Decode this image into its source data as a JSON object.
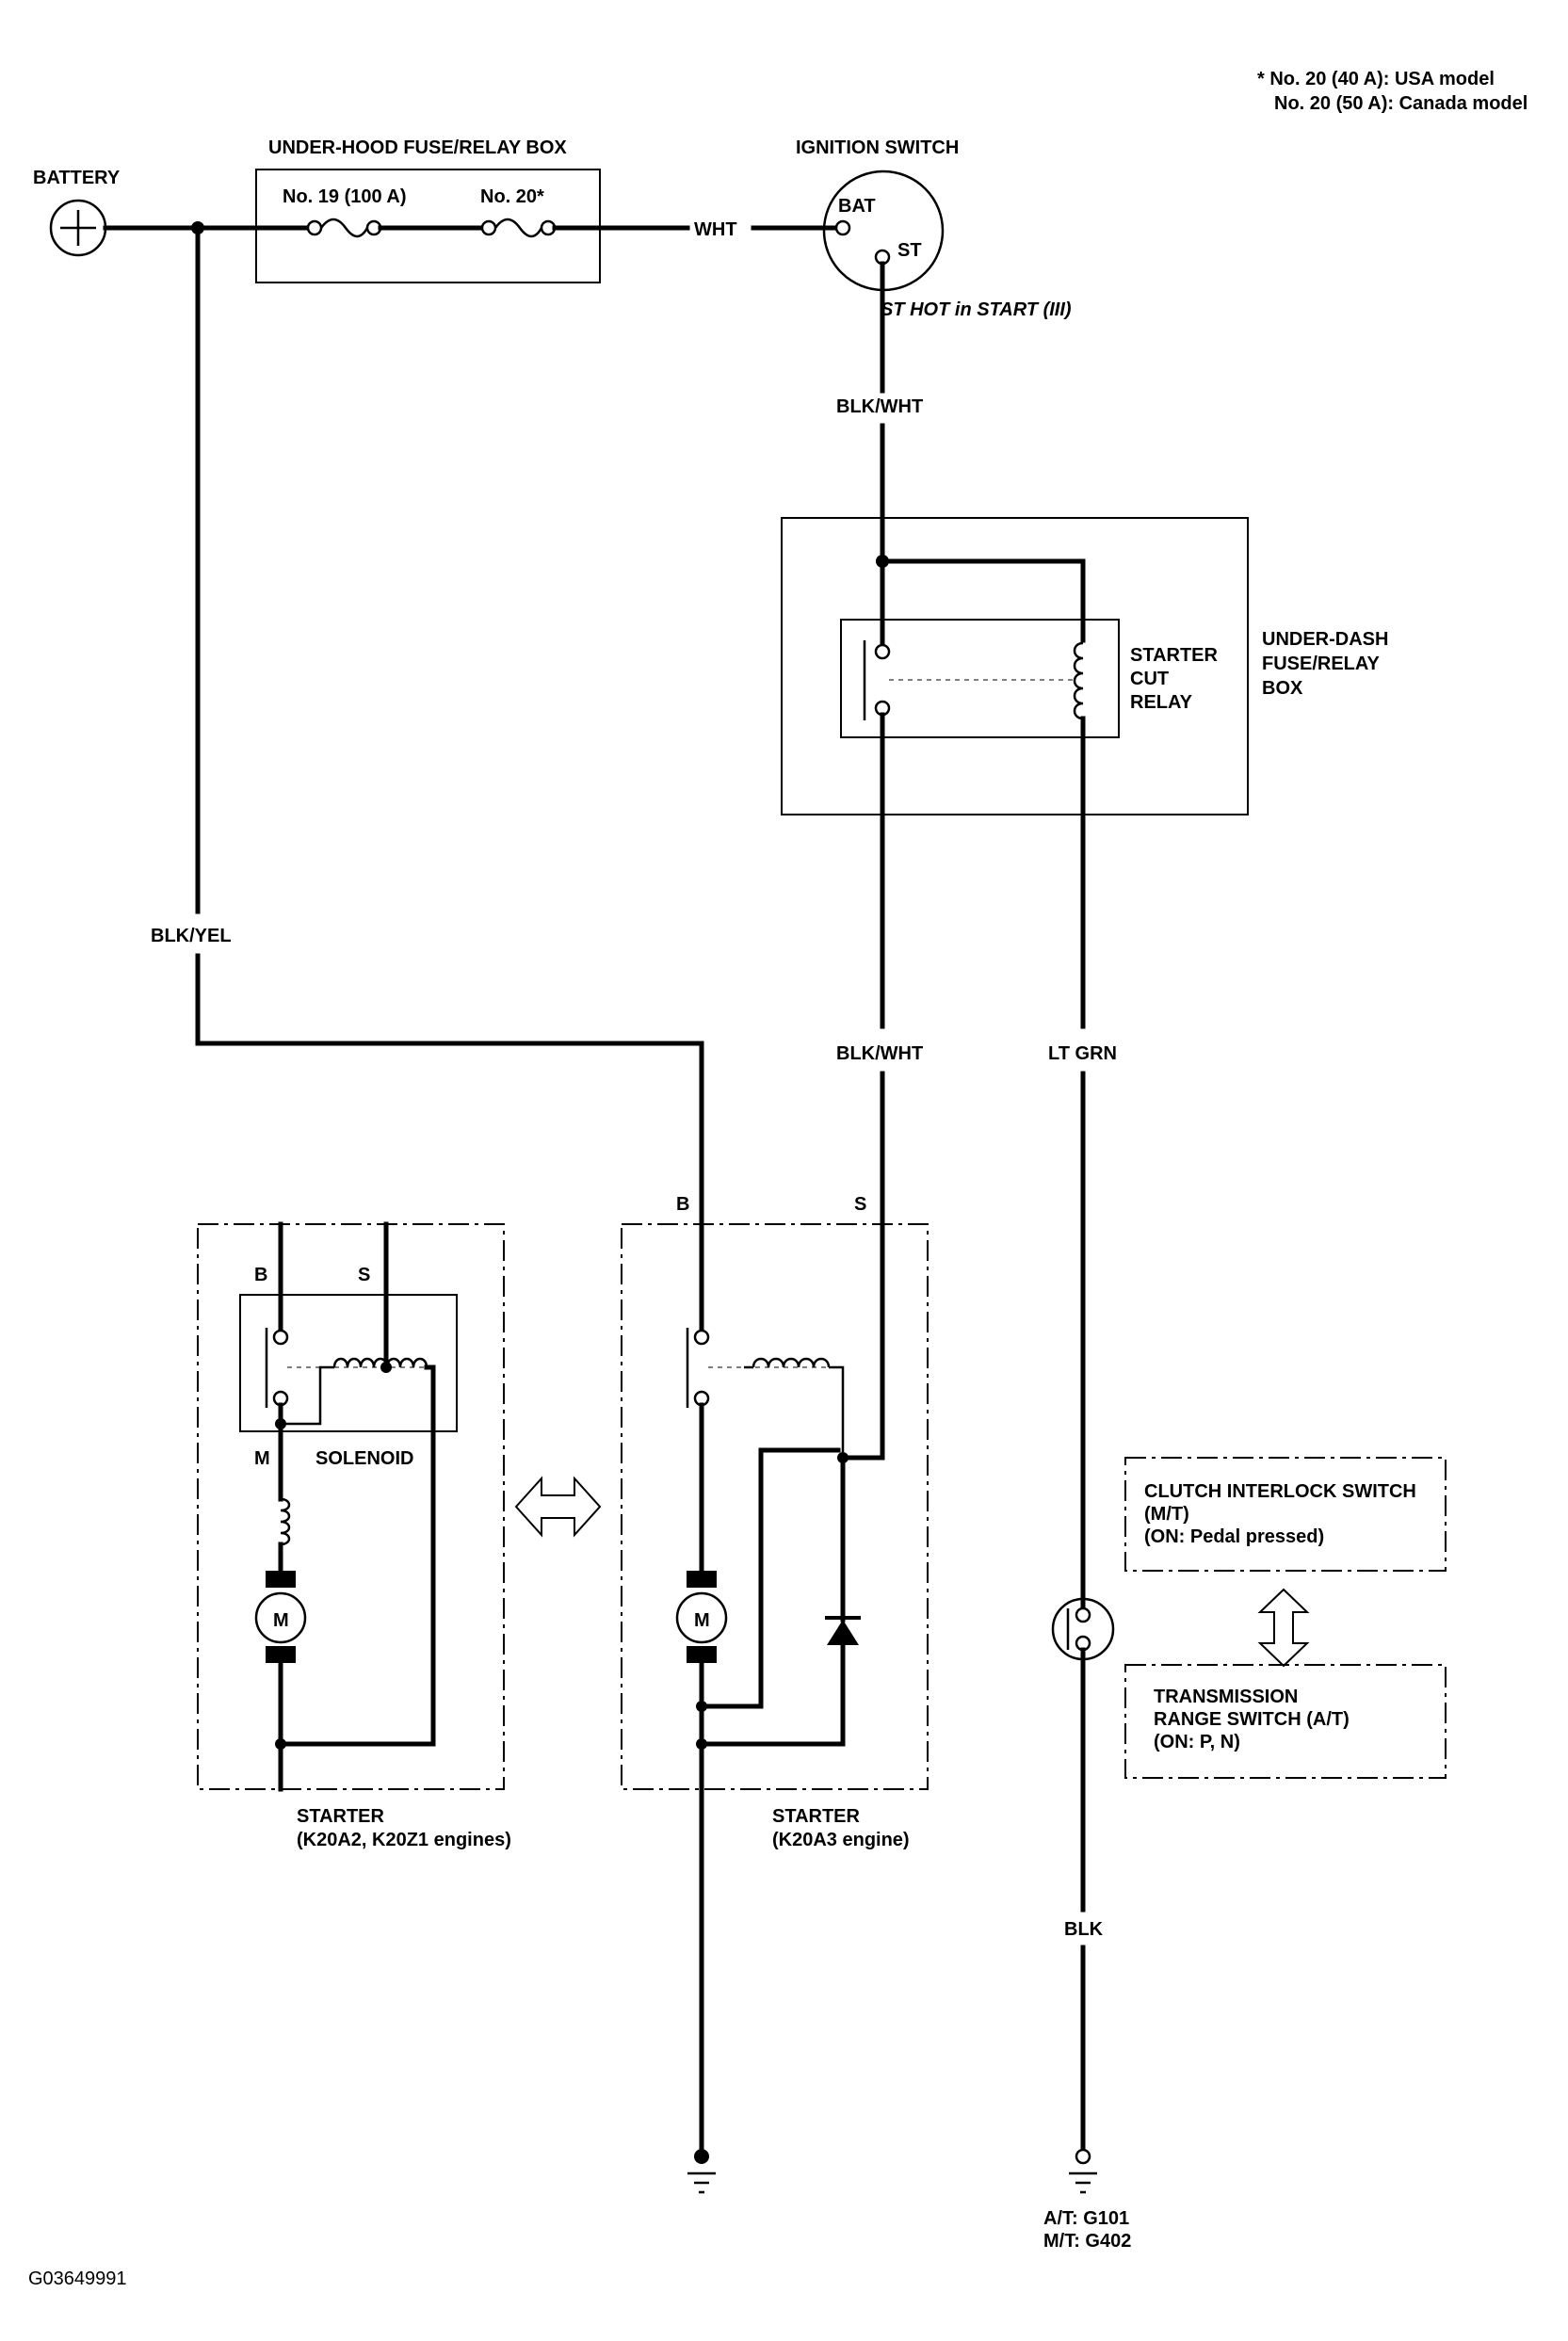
{
  "notes": {
    "line1": "* No. 20 (40 A): USA model",
    "line2": "No. 20 (50 A): Canada model"
  },
  "battery": {
    "label": "BATTERY"
  },
  "fusebox": {
    "label": "UNDER-HOOD FUSE/RELAY BOX",
    "fuse19": "No. 19 (100 A)",
    "fuse20": "No. 20*"
  },
  "ignition": {
    "label": "IGNITION SWITCH",
    "bat": "BAT",
    "st": "ST",
    "hot_note": "ST HOT in START (III)"
  },
  "wires": {
    "wht": "WHT",
    "blk_wht_upper": "BLK/WHT",
    "blk_wht_lower": "BLK/WHT",
    "blk_yel": "BLK/YEL",
    "lt_grn": "LT GRN",
    "blk": "BLK"
  },
  "underdash": {
    "box_line1": "UNDER-DASH",
    "box_line2": "FUSE/RELAY",
    "box_line3": "BOX",
    "relay_line1": "STARTER",
    "relay_line2": "CUT",
    "relay_line3": "RELAY"
  },
  "starter_left": {
    "b": "B",
    "s": "S",
    "m": "M",
    "solenoid": "SOLENOID",
    "motor": "M",
    "label1": "STARTER",
    "label2": "(K20A2, K20Z1 engines)"
  },
  "starter_right": {
    "b": "B",
    "s": "S",
    "motor": "M",
    "label1": "STARTER",
    "label2": "(K20A3 engine)"
  },
  "clutch": {
    "line1": "CLUTCH INTERLOCK SWITCH",
    "line2": "(M/T)",
    "line3": "(ON: Pedal pressed)"
  },
  "trans": {
    "line1": "TRANSMISSION",
    "line2": "RANGE SWITCH (A/T)",
    "line3": "(ON: P, N)"
  },
  "ground": {
    "line1": "A/T: G101",
    "line2": "M/T: G402"
  },
  "figure_id": "G03649991"
}
